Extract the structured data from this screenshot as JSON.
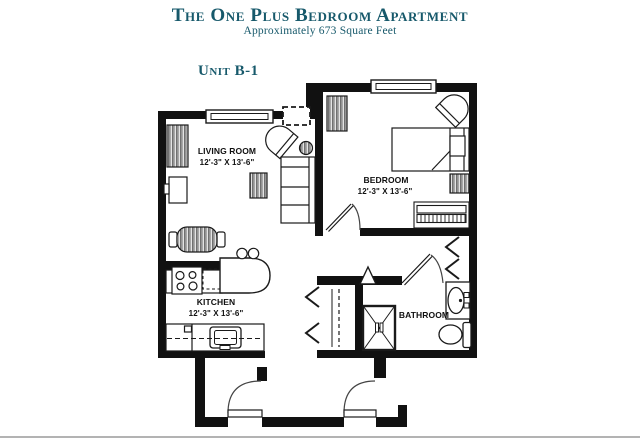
{
  "header": {
    "title": "The One Plus Bedroom Apartment",
    "subtitle": "Approximately 673 Square Feet",
    "unit_label": "Unit B-1",
    "text_color": "#17596b"
  },
  "rooms": {
    "living_room": {
      "name": "LIVING ROOM",
      "dimensions": "12'-3\" X 13'-6\""
    },
    "bedroom": {
      "name": "BEDROOM",
      "dimensions": "12'-3\" X 13'-6\""
    },
    "kitchen": {
      "name": "KITCHEN",
      "dimensions": "12'-3\" X 13'-6\""
    },
    "bathroom": {
      "name": "BATHROOM"
    }
  },
  "plan": {
    "wall_color": "#111111",
    "line_color": "#1a1a1a"
  }
}
